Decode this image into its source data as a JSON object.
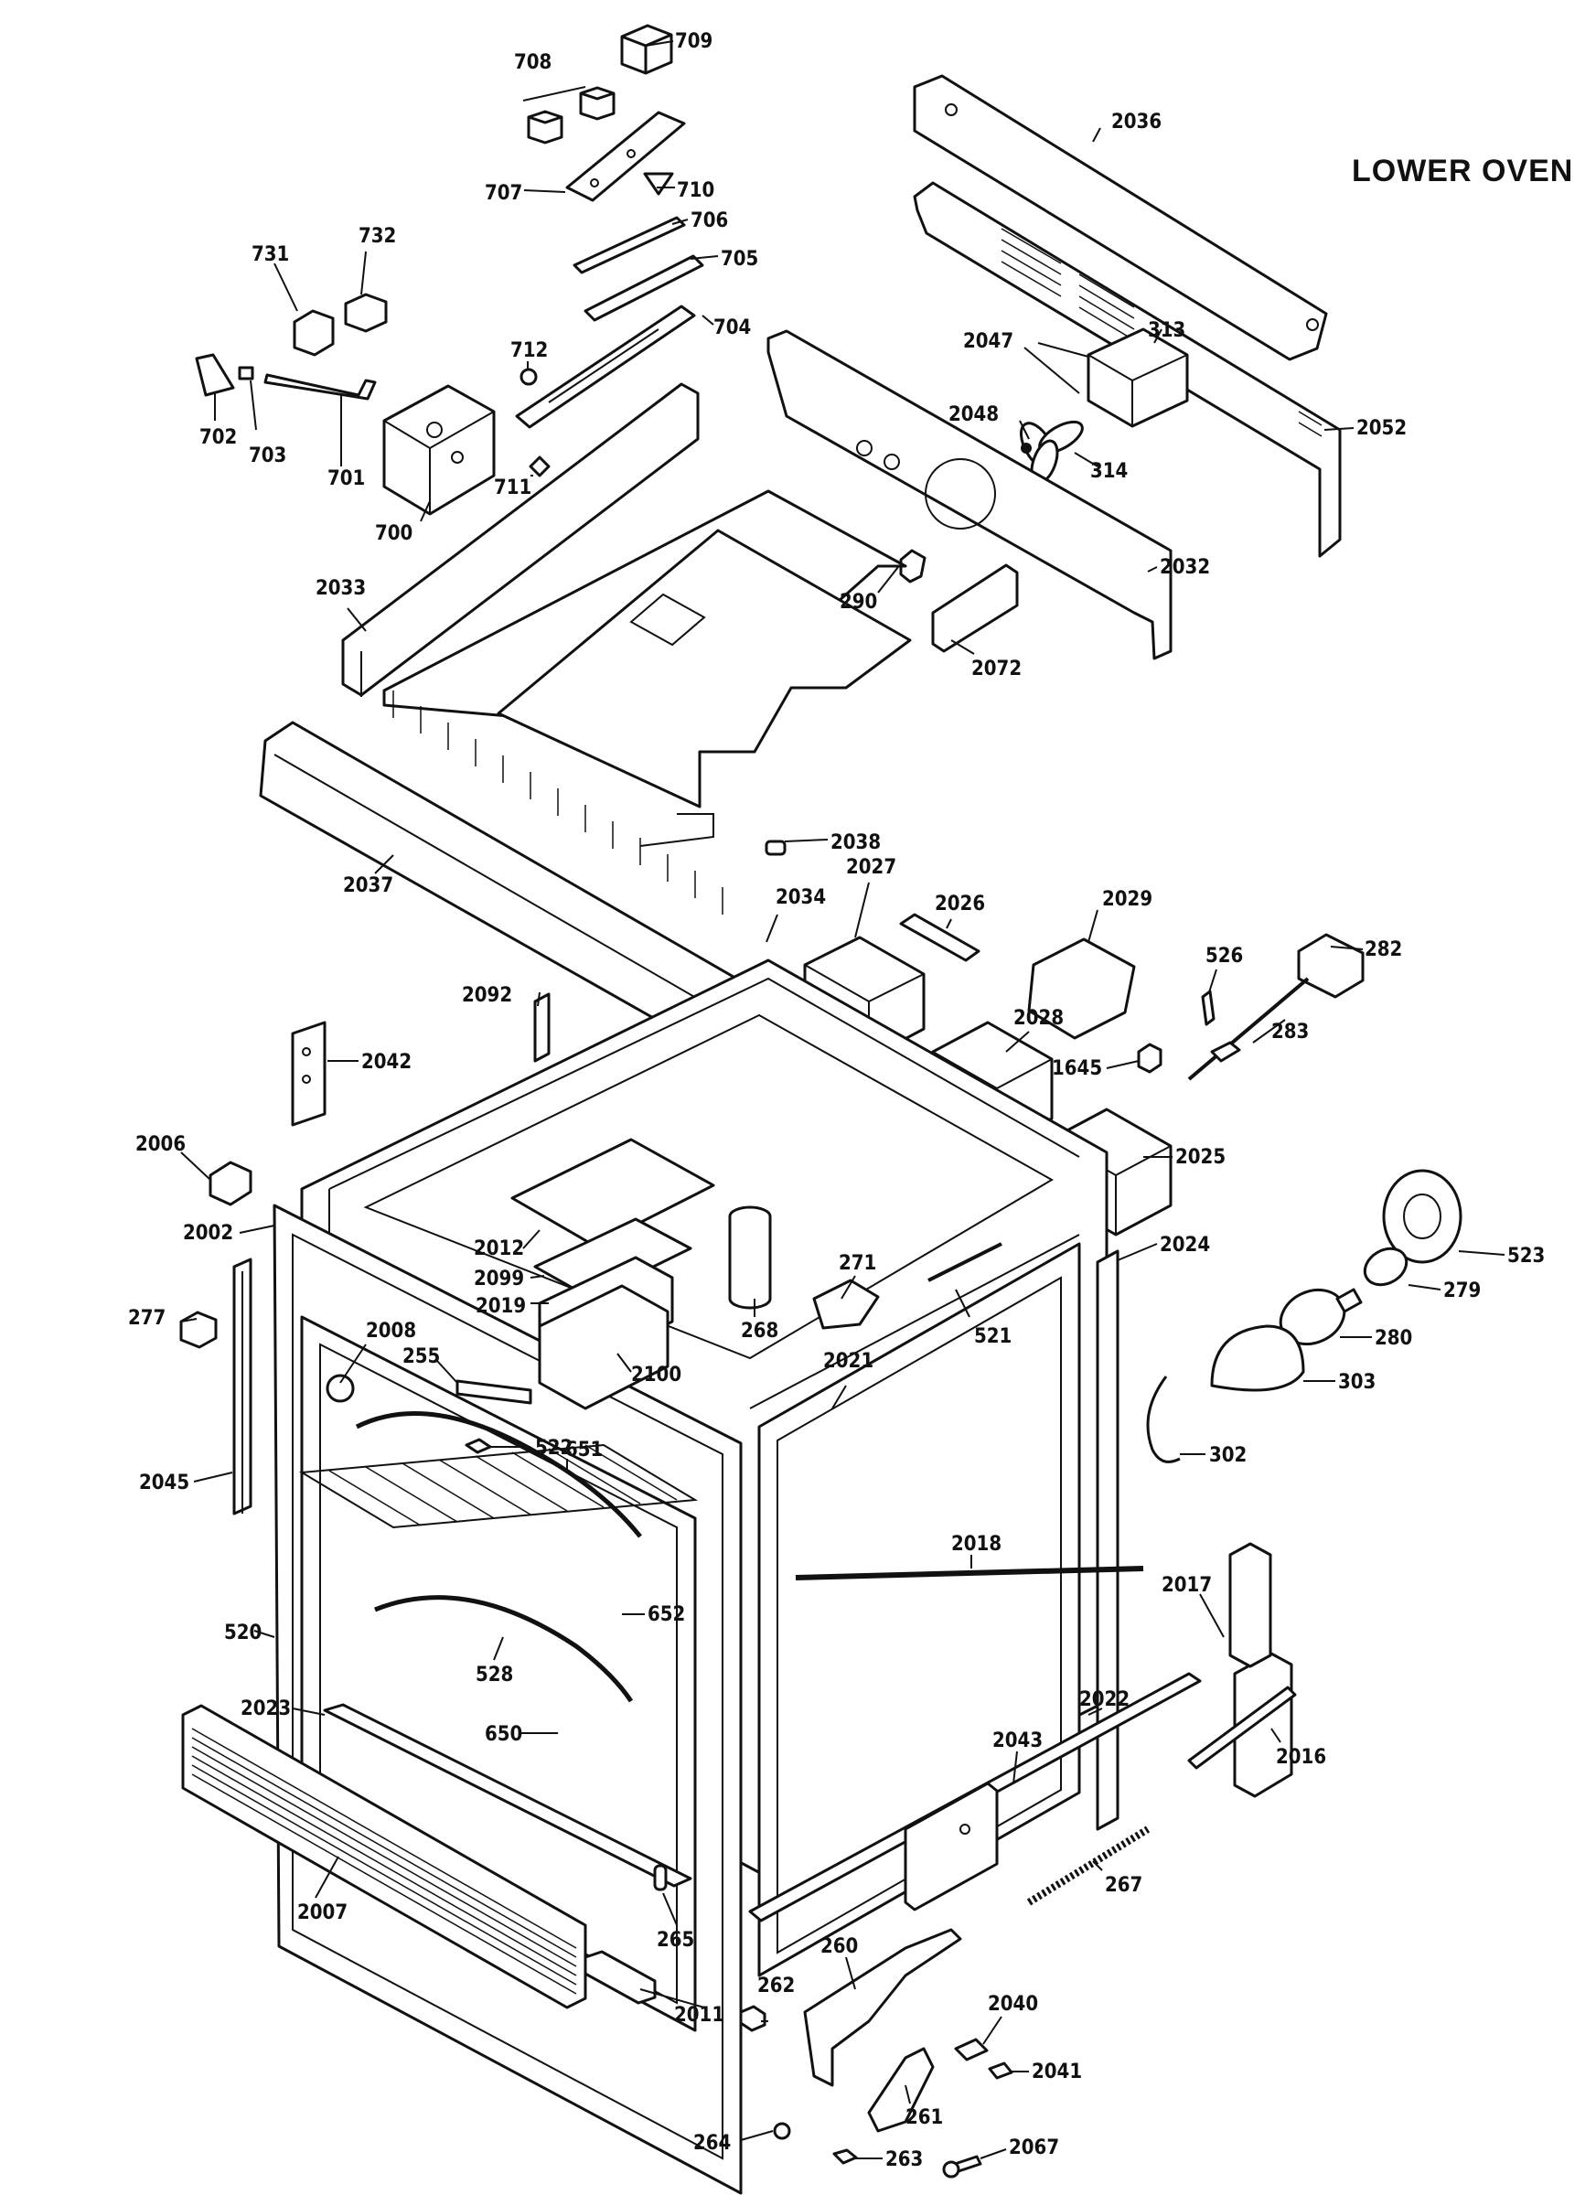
{
  "section_title": "LOWER OVEN",
  "parts": {
    "p700": "700",
    "p701": "701",
    "p702": "702",
    "p703": "703",
    "p704": "704",
    "p705": "705",
    "p706": "706",
    "p707": "707",
    "p708": "708",
    "p709": "709",
    "p710": "710",
    "p711": "711",
    "p712": "712",
    "p731": "731",
    "p732": "732",
    "p2036": "2036",
    "p2047": "2047",
    "p313": "313",
    "p2048": "2048",
    "p314": "314",
    "p2052": "2052",
    "p2032": "2032",
    "p290": "290",
    "p2072": "2072",
    "p2033": "2033",
    "p2037": "2037",
    "p2038": "2038",
    "p2034": "2034",
    "p2027": "2027",
    "p2026": "2026",
    "p2029": "2029",
    "p526": "526",
    "p282": "282",
    "p283": "283",
    "p2028": "2028",
    "p1645": "1645",
    "p2092": "2092",
    "p2042": "2042",
    "p2006": "2006",
    "p2002": "2002",
    "p2025": "2025",
    "p2024": "2024",
    "p523": "523",
    "p279": "279",
    "p280": "280",
    "p303": "303",
    "p302": "302",
    "p277": "277",
    "p2012": "2012",
    "p2099": "2099",
    "p2019": "2019",
    "p2008": "2008",
    "p255": "255",
    "p271": "271",
    "p268": "268",
    "p2100": "2100",
    "p521": "521",
    "p2021": "2021",
    "p522": "522",
    "p651": "651",
    "p2045": "2045",
    "p2018": "2018",
    "p2017": "2017",
    "p652": "652",
    "p520": "520",
    "p528": "528",
    "p2022": "2022",
    "p2023": "2023",
    "p650": "650",
    "p2016": "2016",
    "p2043": "2043",
    "p267": "267",
    "p2007": "2007",
    "p265": "265",
    "p260": "260",
    "p262": "262",
    "p2011": "2011",
    "p2040": "2040",
    "p2041": "2041",
    "p261": "261",
    "p264": "264",
    "p263": "263",
    "p2067": "2067"
  }
}
